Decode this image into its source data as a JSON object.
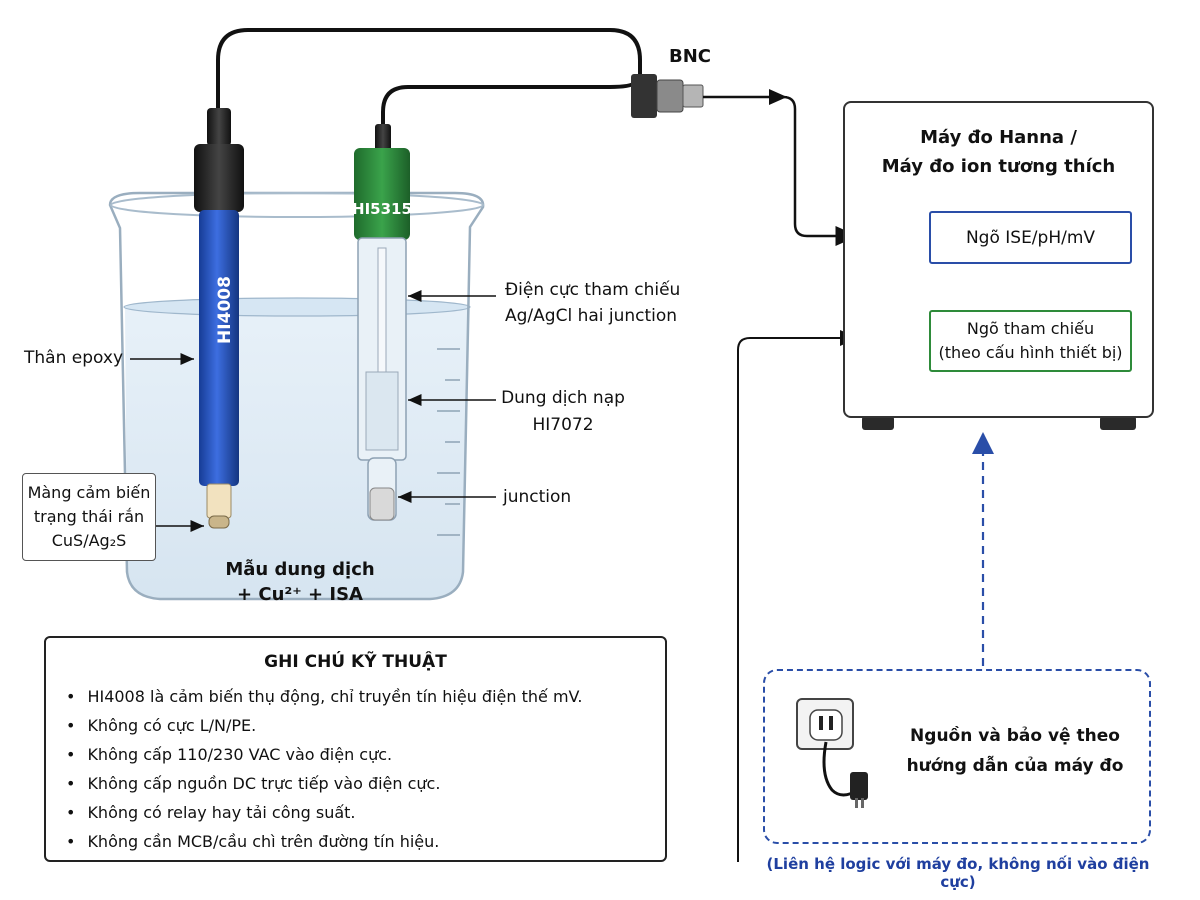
{
  "labels": {
    "bnc": "BNC",
    "ise_probe": "HI4008",
    "ref_probe": "HI5315",
    "epoxy_body": "Thân epoxy",
    "ref_electrode": [
      "Điện cực tham chiếu",
      "Ag/AgCl hai junction"
    ],
    "fill_solution": [
      "Dung dịch nạp",
      "HI7072"
    ],
    "junction": "junction",
    "membrane": [
      "Màng cảm biến",
      "trạng thái rắn",
      "CuS/Ag₂S"
    ],
    "sample": [
      "Mẫu dung dịch",
      "+ Cu²⁺ + ISA"
    ]
  },
  "meter": {
    "title": [
      "Máy đo Hanna /",
      "Máy đo ion tương thích"
    ],
    "ise_input": "Ngõ ISE/pH/mV",
    "ref_input": [
      "Ngõ tham chiếu",
      "(theo cấu hình thiết bị)"
    ]
  },
  "power": {
    "text": [
      "Nguồn và bảo vệ theo",
      "hướng dẫn của máy đo"
    ],
    "note": "(Liên hệ logic với máy đo, không nối vào điện cực)"
  },
  "notes": {
    "title": "GHI CHÚ KỸ THUẬT",
    "items": [
      "HI4008 là cảm biến thụ động, chỉ truyền tín hiệu điện thế mV.",
      "Không có cực L/N/PE.",
      "Không cấp 110/230 VAC vào điện cực.",
      "Không cấp nguồn DC trực tiếp vào điện cực.",
      "Không có relay hay tải công suất.",
      "Không cần MCB/cầu chì trên đường tín hiệu."
    ]
  },
  "colors": {
    "ise_probe": "#1f4fb8",
    "ref_probe": "#2f8a3e",
    "meter_ise_border": "#2a4ea8",
    "meter_ref_border": "#2e8b3a",
    "power_dashed": "#2a4ea8"
  }
}
